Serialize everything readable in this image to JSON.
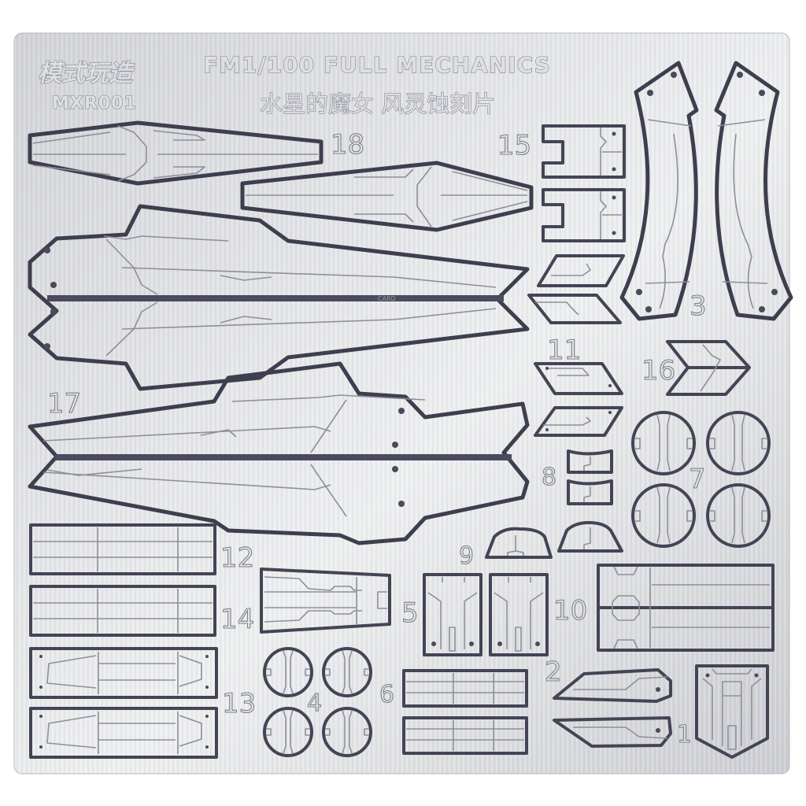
{
  "plate": {
    "brand_logo": "模式玩造",
    "product_code": "MXR001",
    "title": "FM1/100 FULL MECHANICS",
    "subtitle": "水星的魔女 风灵蚀刻片",
    "center_engraving": "CARD",
    "colors": {
      "plate": "#d6d7db",
      "plate_highlight": "#eceded",
      "cut_outline": "#3f3e4e",
      "etch_line": "#8e8f99",
      "background": "#ffffff"
    }
  },
  "part_labels": {
    "p1": "1",
    "p2": "2",
    "p3": "3",
    "p4": "4",
    "p5": "5",
    "p6": "6",
    "p7": "7",
    "p8": "8",
    "p9": "9",
    "p10": "10",
    "p11": "11",
    "p12": "12",
    "p13": "13",
    "p14": "14",
    "p15": "15",
    "p16": "16",
    "p17": "17",
    "p18": "18"
  }
}
